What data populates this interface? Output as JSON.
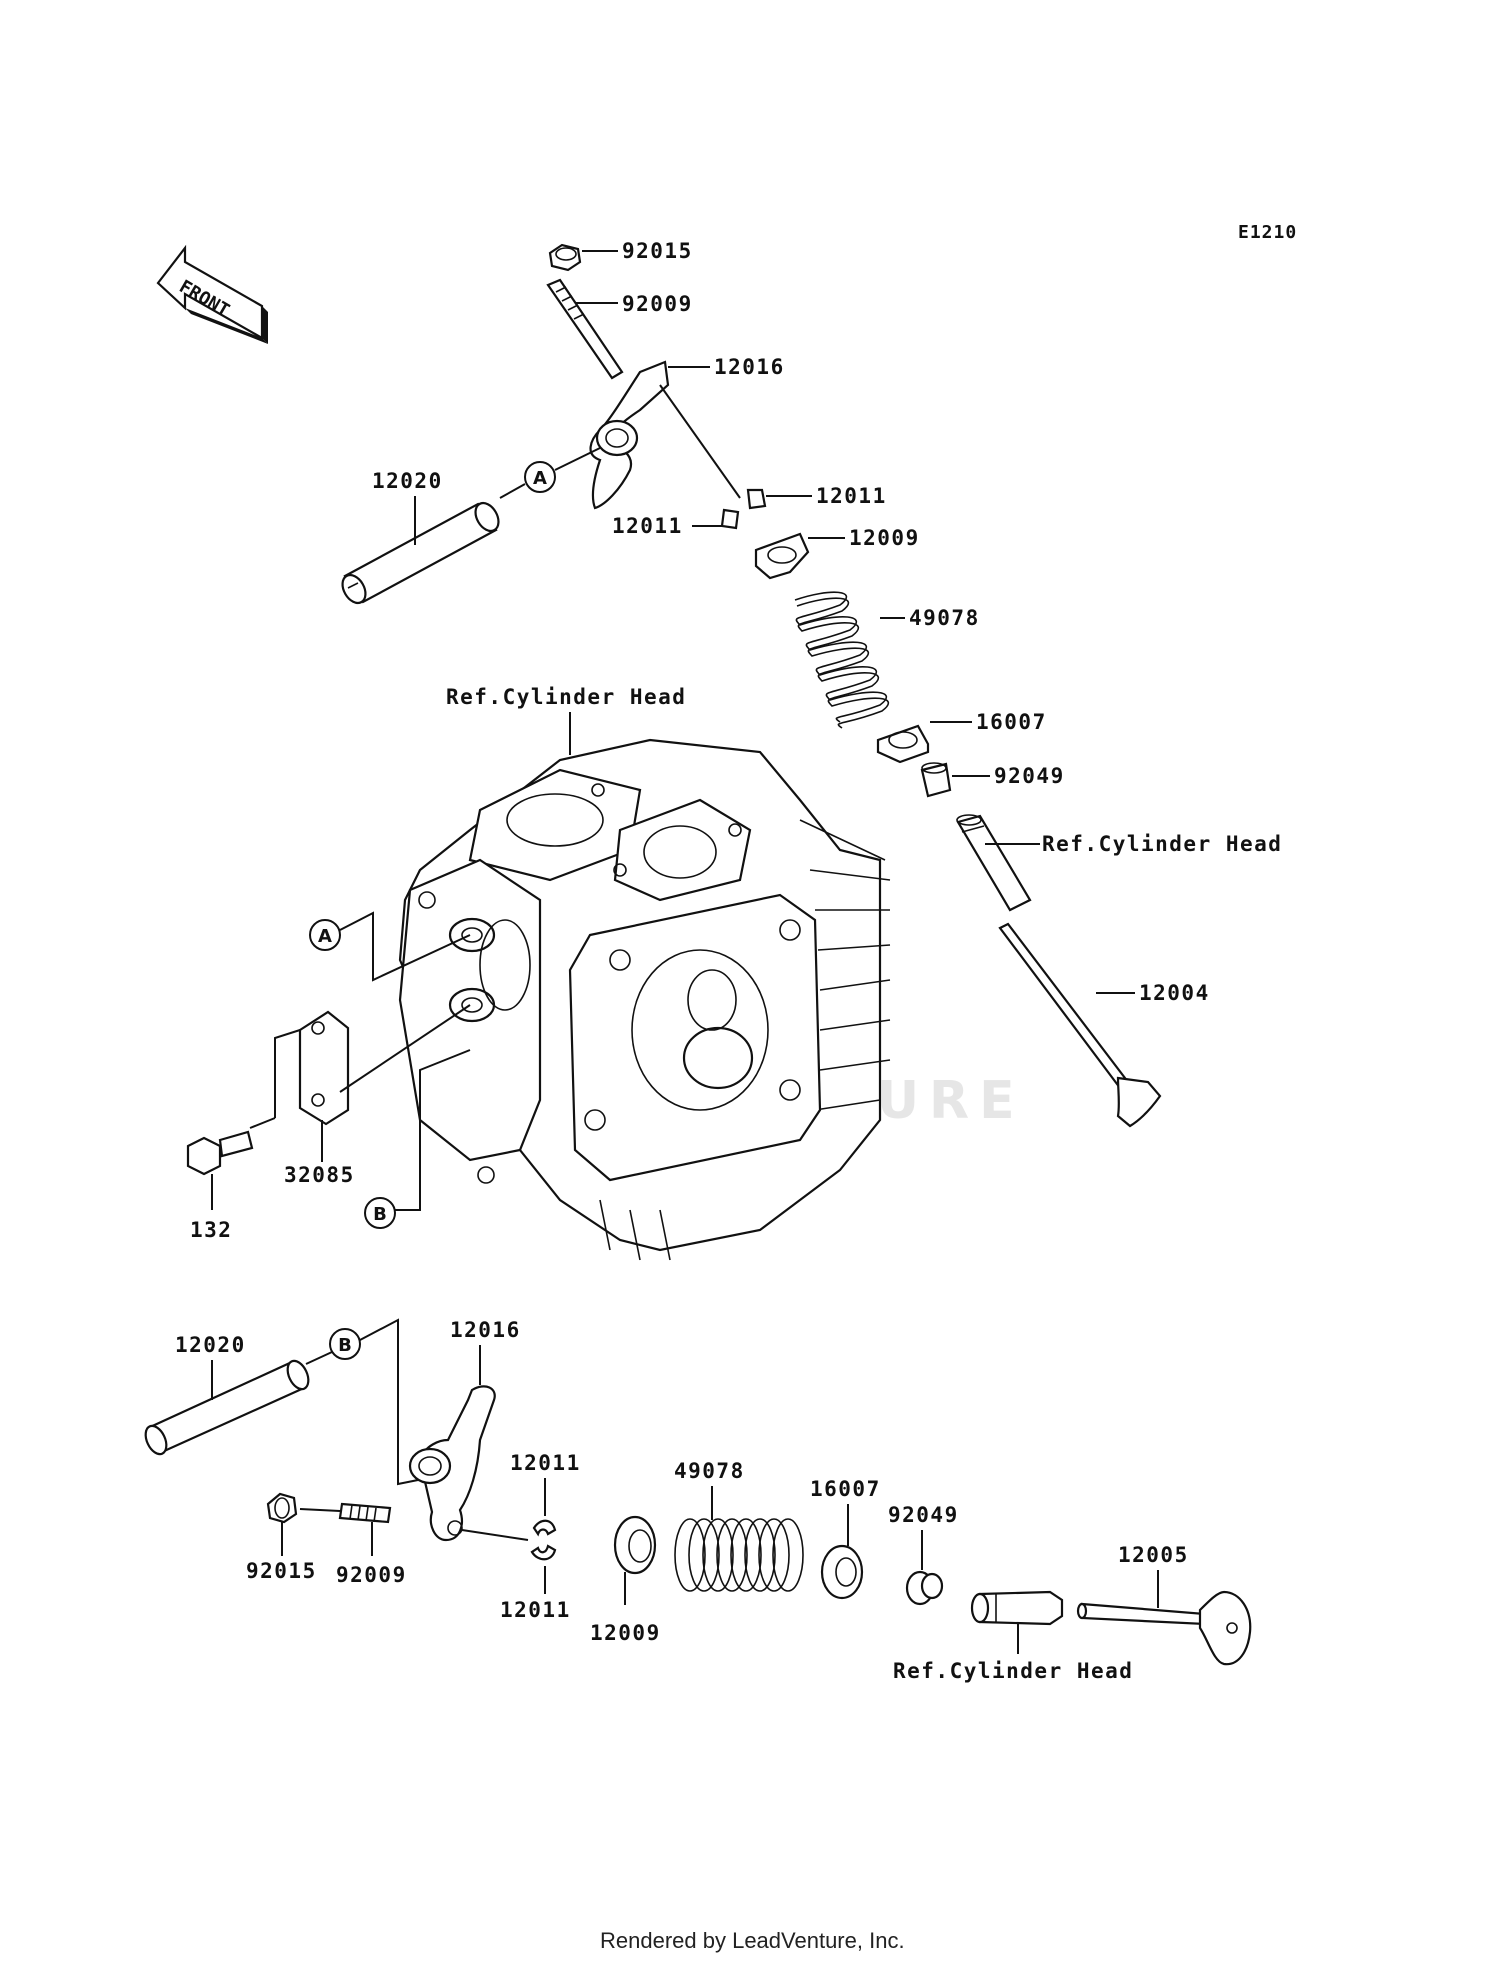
{
  "diagram": {
    "code": "E1210",
    "front_label": "FRONT",
    "watermark": "LEADVENTURE",
    "footer": "Rendered by LeadVenture, Inc.",
    "callouts": [
      "A",
      "A",
      "B",
      "B"
    ],
    "upper_parts": {
      "p92015": "92015",
      "p92009": "92009",
      "p12016": "12016",
      "p12020": "12020",
      "p12011a": "12011",
      "p12011b": "12011",
      "p12009": "12009",
      "p49078": "49078",
      "p16007": "16007",
      "p92049": "92049",
      "p12004": "12004",
      "ref_head_top": "Ref.Cylinder Head",
      "ref_head_guide": "Ref.Cylinder Head"
    },
    "middle_parts": {
      "p132": "132",
      "p32085": "32085"
    },
    "lower_parts": {
      "p12020": "12020",
      "p12016": "12016",
      "p12011a": "12011",
      "p12011b": "12011",
      "p92015": "92015",
      "p92009": "92009",
      "p12009": "12009",
      "p49078": "49078",
      "p16007": "16007",
      "p92049": "92049",
      "p12005": "12005",
      "ref_head_bottom": "Ref.Cylinder Head"
    }
  }
}
